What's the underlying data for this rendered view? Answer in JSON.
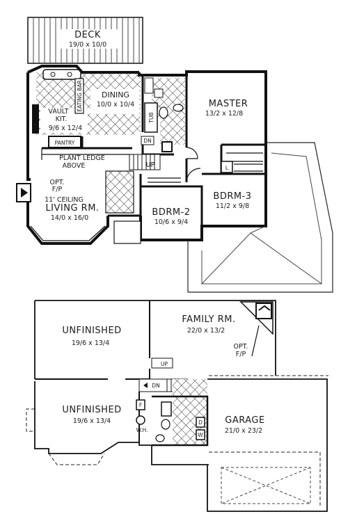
{
  "upper_floor": {
    "deck": {
      "name": "DECK",
      "dims": "19/0 x 10/0"
    },
    "dining": {
      "name": "DINING",
      "dims": "10/0 x 10/4"
    },
    "eating_bar": "EATING BAR",
    "kitchen": {
      "vault": "VAULT",
      "name": "KIT.",
      "dims": "9/6 x 12/4"
    },
    "pantry": "PANTRY",
    "plant_ledge": [
      "PLANT LEDGE",
      "ABOVE"
    ],
    "fireplace": [
      "OPT.",
      "F/P"
    ],
    "living": {
      "ceiling": "11' CEILING",
      "name": "LIVING RM.",
      "dims": "14/0 x 16/0"
    },
    "tub": "TUB",
    "dn": "DN",
    "up": "UP",
    "laundry": "L",
    "master": {
      "name": "MASTER",
      "dims": "13/2 x 12/8"
    },
    "bdrm2": {
      "name": "BDRM-2",
      "dims": "10/6 x 9/4"
    },
    "bdrm3": {
      "name": "BDRM-3",
      "dims": "11/2 x 9/8"
    }
  },
  "lower_floor": {
    "family": {
      "name": "FAMILY RM.",
      "dims": "22/0 x 13/2"
    },
    "fireplace": [
      "OPT.",
      "F/P"
    ],
    "unfinished_top": {
      "name": "UNFINISHED",
      "dims": "19/6 x 13/4"
    },
    "unfinished_bottom": {
      "name": "UNFINISHED",
      "dims": "19/6 x 13/4"
    },
    "up": "UP",
    "dn": "DN",
    "furnace": "F",
    "water_heater": "W.H.",
    "washer": "W",
    "dryer": "D",
    "garage": {
      "name": "GARAGE",
      "dims": "21/0 x 23/2"
    }
  }
}
